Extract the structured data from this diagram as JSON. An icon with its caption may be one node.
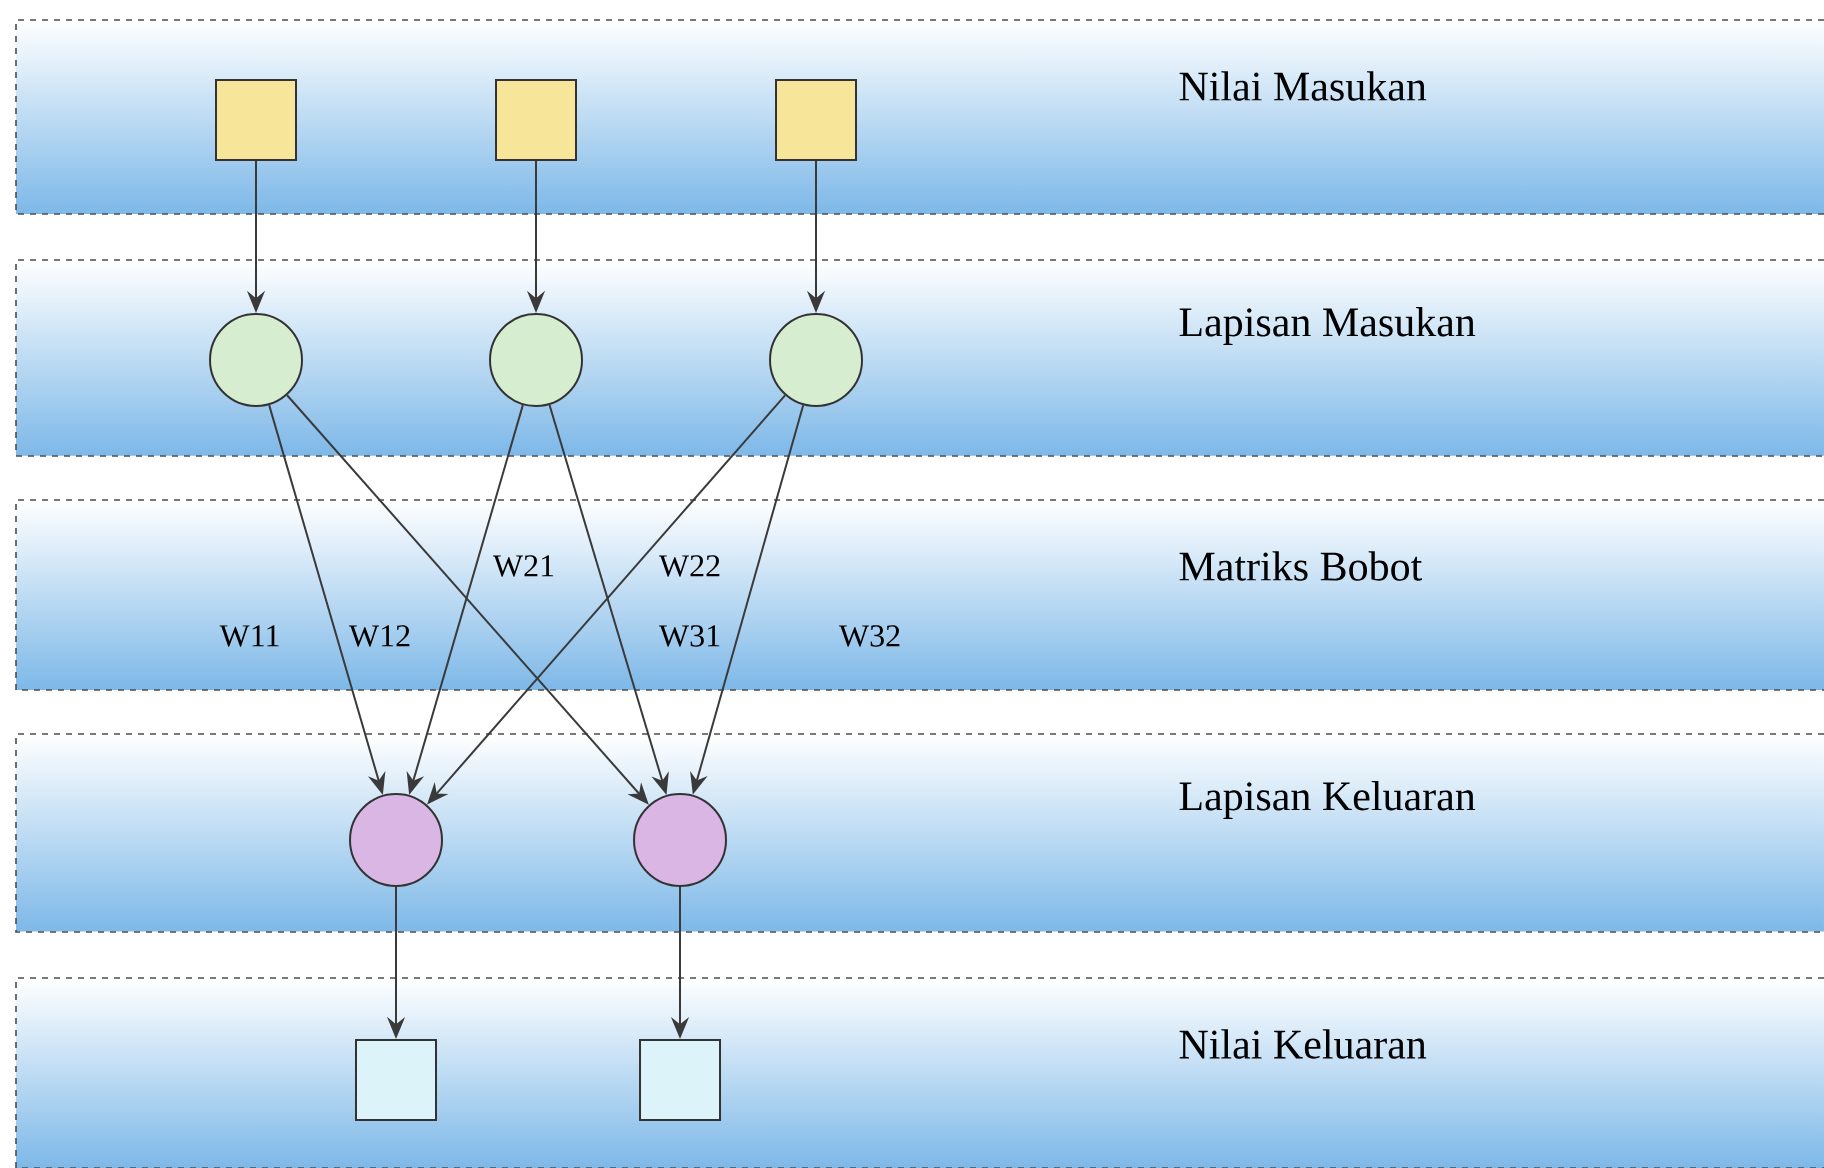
{
  "diagram": {
    "nodes": [
      {
        "text": [],
        "shape": "box"
      },
      {
        "text": [],
        "shape": "box"
      },
      {
        "text": [],
        "shape": "box"
      },
      {
        "text": [],
        "shape": "circle"
      },
      {
        "text": [],
        "shape": "circle"
      },
      {
        "text": [],
        "shape": "circle"
      },
      {
        "text": [],
        "shape": "circle"
      },
      {
        "text": [],
        "shape": "circle"
      },
      {
        "text": [],
        "shape": "box"
      },
      {
        "text": [],
        "shape": "box"
      }
    ],
    "edges": [
      {
        "from": 0,
        "to": 3,
        "arrow": "to"
      },
      {
        "from": 1,
        "to": 4,
        "arrow": "to"
      },
      {
        "from": 2,
        "to": 5,
        "arrow": "to"
      },
      {
        "from": 3,
        "to": 6,
        "arrow": "to",
        "label": "W11"
      },
      {
        "from": 4,
        "to": 6,
        "arrow": "to",
        "label": "W12"
      },
      {
        "from": 3,
        "to": 7,
        "arrow": "to",
        "label": "W21"
      },
      {
        "from": 5,
        "to": 6,
        "arrow": "to",
        "label": "W22"
      },
      {
        "from": 4,
        "to": 7,
        "arrow": "to",
        "label": "W31"
      },
      {
        "from": 5,
        "to": 7,
        "arrow": "to",
        "label": "W32"
      },
      {
        "from": 6,
        "to": 8,
        "arrow": "to"
      },
      {
        "from": 7,
        "to": 9,
        "arrow": "to"
      }
    ],
    "labels": [
      "Nilai Masukan",
      "Lapisan Masukan",
      "Matriks Bobot",
      "Lapisan Keluaran",
      "Nilai Keluaran"
    ]
  }
}
